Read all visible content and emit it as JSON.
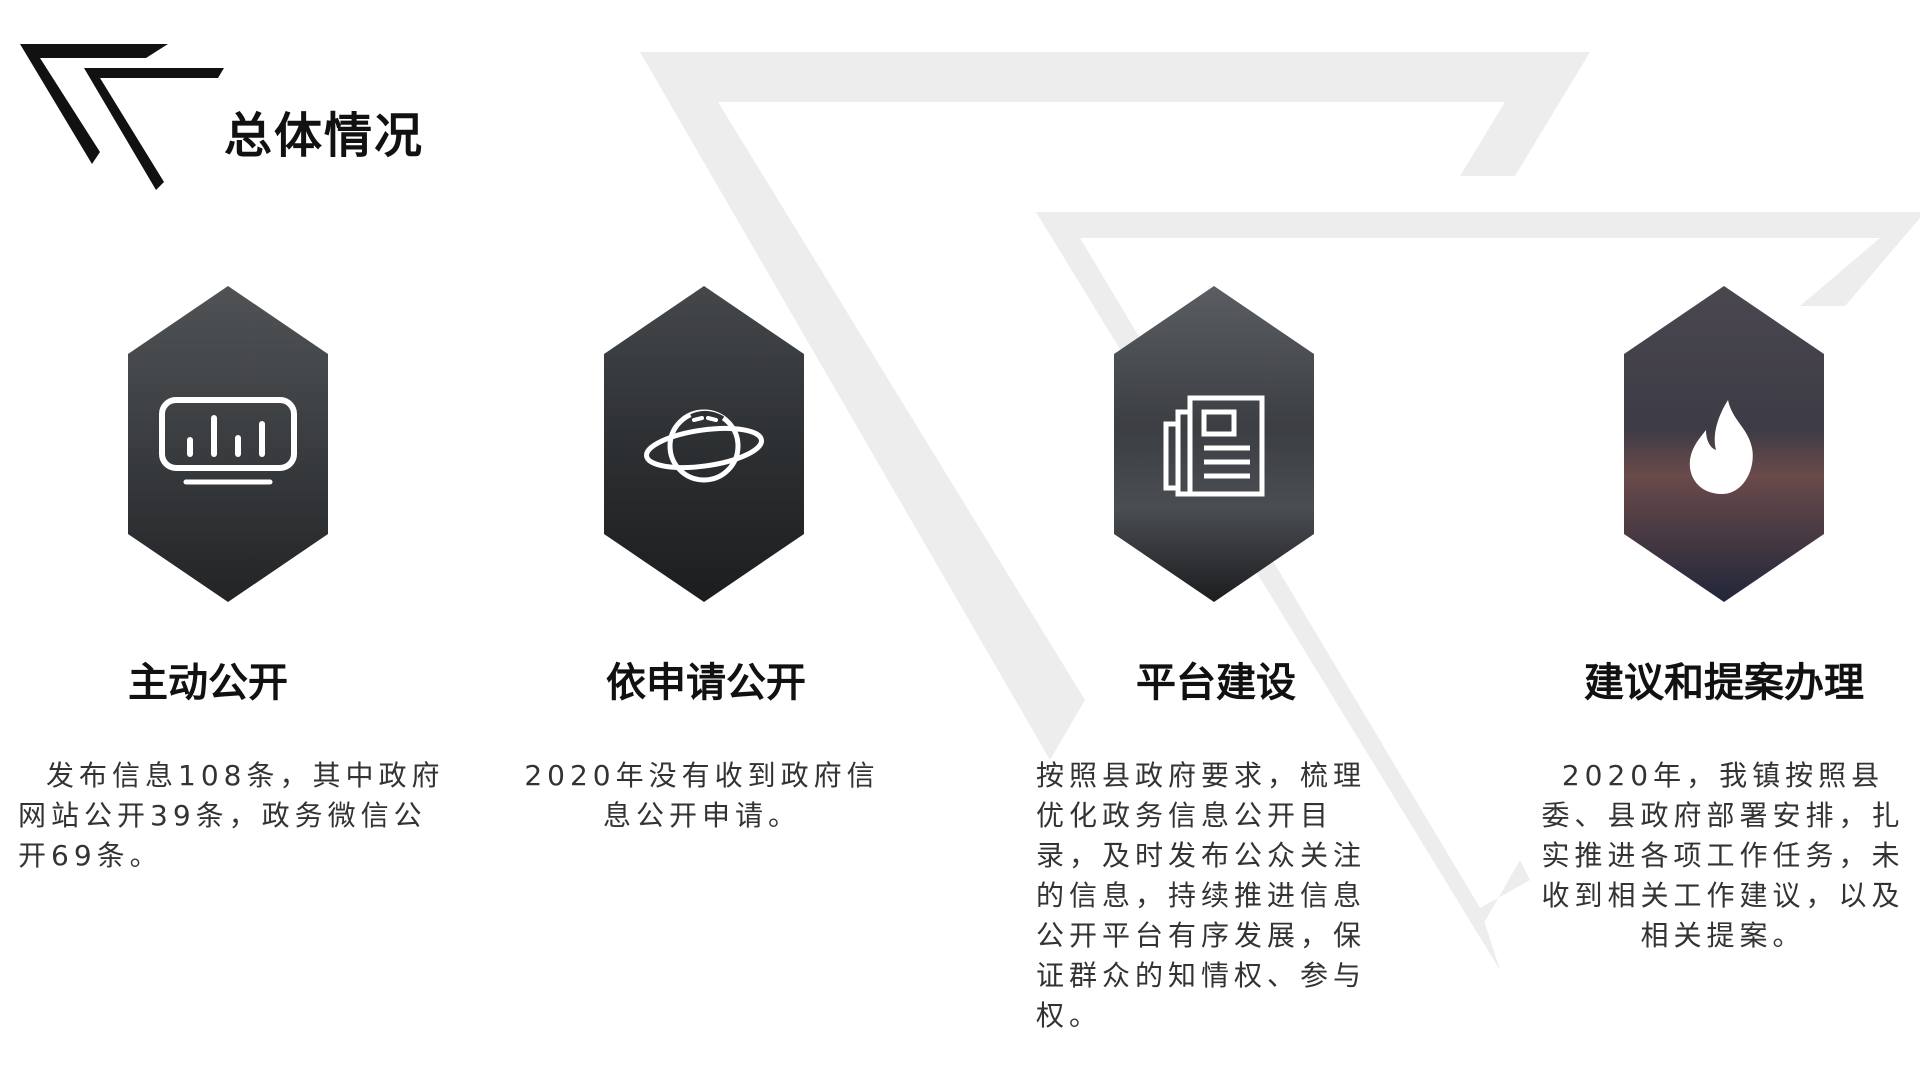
{
  "header": {
    "title": "总体情况",
    "logo_icon": "double-triangle-icon"
  },
  "colors": {
    "accent": "#111111",
    "text": "#333333",
    "decor": "#ececec"
  },
  "cards": [
    {
      "title": "主动公开",
      "icon": "dashboard-chart-icon",
      "tone": "#3a3d40",
      "desc": "发布信息108条，其中政府网站公开39条，政务微信公开69条。"
    },
    {
      "title": "依申请公开",
      "icon": "planet-icon",
      "tone": "#2d3032",
      "desc": "2020年没有收到政府信息公开申请。"
    },
    {
      "title": "平台建设",
      "icon": "newspaper-icon",
      "tone": "#3b3e42",
      "desc": "按照县政府要求，梳理优化政务信息公开目录，及时发布公众关注的信息，持续推进信息公开平台有序发展，保证群众的知情权、参与权。"
    },
    {
      "title": "建议和提案办理",
      "icon": "fire-icon",
      "tone": "#3d3b45",
      "desc": "2020年，我镇按照县委、县政府部署安排，扎实推进各项工作任务，未收到相关工作建议，以及相关提案。"
    }
  ]
}
